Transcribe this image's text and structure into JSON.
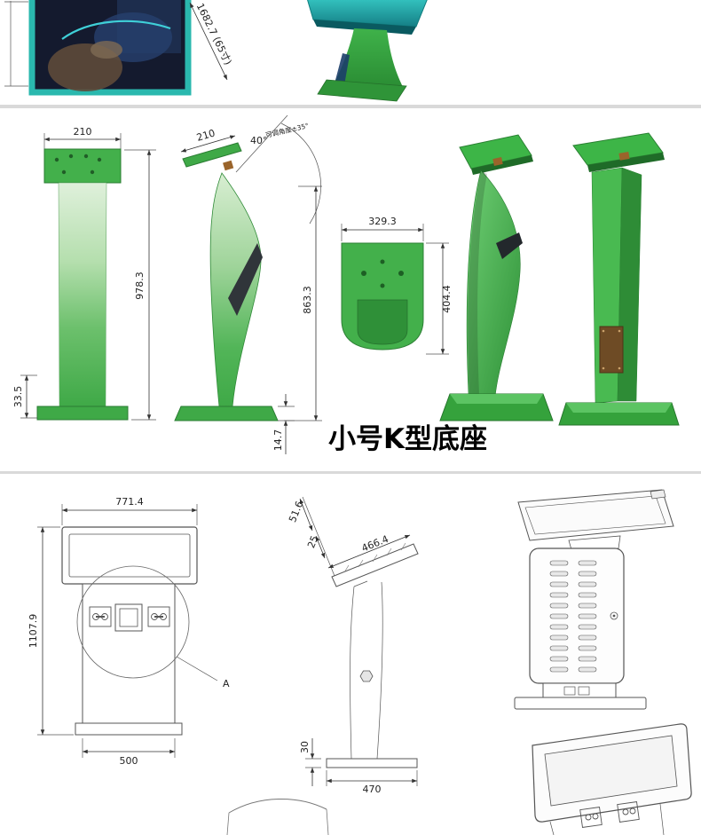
{
  "top_section": {
    "diagonal_dim": "1682.7 (65寸)"
  },
  "k_base": {
    "title": "小号K型底座",
    "front_width": "210",
    "front_height": "978.3",
    "front_base_height": "33.5",
    "side_top_width": "210",
    "side_angle": "40°",
    "side_angle_note": "可调角度±35°",
    "side_height": "863.3",
    "side_base_thickness": "14.7",
    "plate_width": "329.3",
    "plate_height": "404.4"
  },
  "metal_kiosk": {
    "front_width": "771.4",
    "front_height": "1107.9",
    "front_base_width": "500",
    "detail_label": "A",
    "side_dim_top": "51.6",
    "side_dim_offset": "25",
    "side_screen_length": "466.4",
    "side_base_thickness": "30",
    "side_base_width": "470"
  },
  "colors": {
    "kiosk_green": "#3fa947",
    "kiosk_green_light": "#d8eed2",
    "screen_teal": "#2ab8ae",
    "photo_dark": "#141a2e",
    "line_gray": "#555555",
    "divider_gray": "#d9d9d9"
  }
}
